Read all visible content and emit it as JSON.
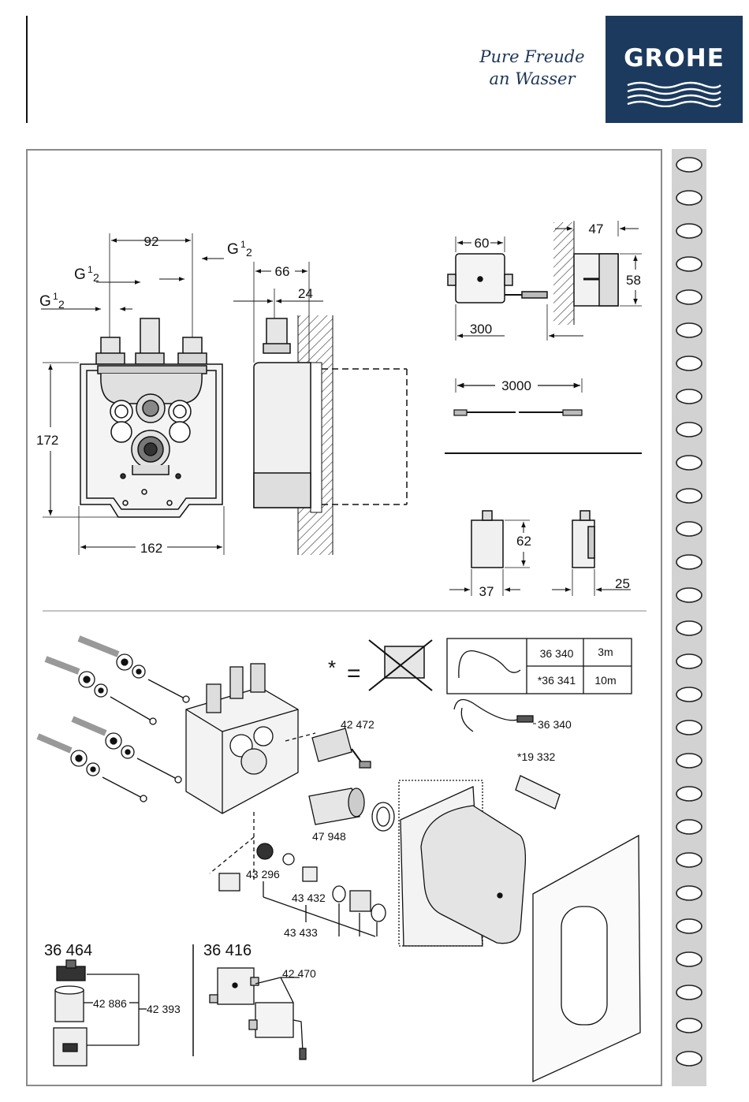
{
  "header": {
    "tagline_line1": "Pure Freude",
    "tagline_line2": "an Wasser",
    "logo": "GROHE"
  },
  "dimensions": {
    "front_width_top": "92",
    "thread_right": "G",
    "thread_left_upper": "G",
    "thread_left_lower": "G",
    "thread_superscript": "1",
    "thread_subscript": "2",
    "height": "172",
    "width": "162",
    "side_depth": "66",
    "side_offset": "24",
    "box_width": "60",
    "cable_length": "300",
    "box_depth": "47",
    "box_height": "58",
    "cable_total": "3000",
    "battery_height": "62",
    "battery_width": "37",
    "battery_depth": "25"
  },
  "parts": {
    "asterisk": "*",
    "equals": "=",
    "table": [
      {
        "code": "36 340",
        "length": "3m"
      },
      {
        "code": "*36 341",
        "length": "10m"
      }
    ],
    "p_42472": "42 472",
    "p_36340": "36 340",
    "p_19332": "*19 332",
    "p_47948": "47 948",
    "p_43296": "43 296",
    "p_43432": "43 432",
    "p_43433": "43 433",
    "p_36464": "36 464",
    "p_36416": "36 416",
    "p_42886": "42 886",
    "p_42393": "42 393",
    "p_42470": "42 470"
  }
}
